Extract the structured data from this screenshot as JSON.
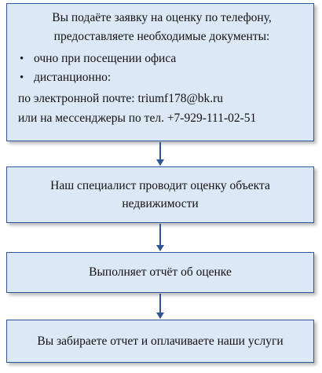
{
  "steps": [
    {
      "line1": "Вы подаёте заявку на оценку по телефону,",
      "line2": "предоставляете необходимые документы:",
      "bullets": [
        "очно при посещении офиса",
        "дистанционно:"
      ],
      "email_line": "по электронной почте: triumf178@bk.ru",
      "phone_line": "или на мессенджеры по тел. +7-929-111-02-51"
    },
    {
      "text": "Наш специалист проводит оценку объекта недвижимости"
    },
    {
      "text": "Выполняет отчёт об оценке"
    },
    {
      "text": "Вы забираете отчет и оплачиваете наши услуги"
    }
  ],
  "bullet_glyph": "•"
}
